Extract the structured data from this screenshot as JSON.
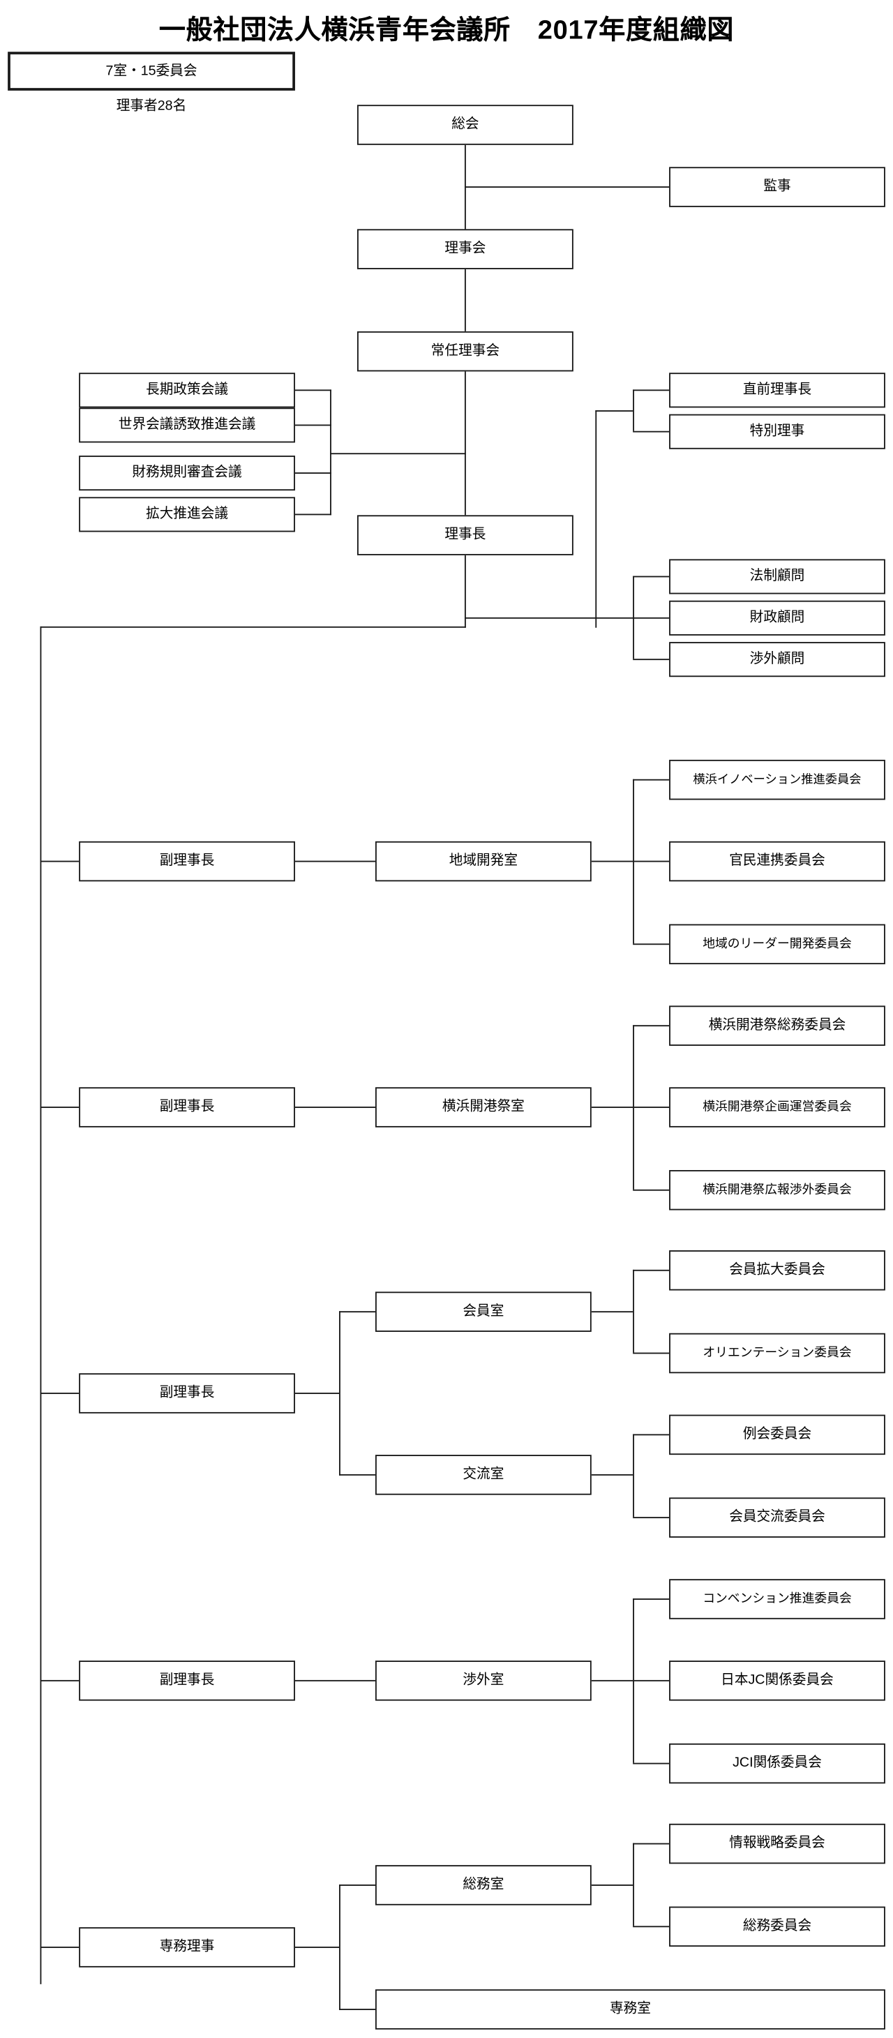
{
  "title": "一般社団法人横浜青年会議所　2017年度組織図",
  "summary": {
    "badge": "7室・15委員会",
    "note": "理事者28名"
  },
  "nodes": {
    "general_assembly": "総会",
    "auditor": "監事",
    "board": "理事会",
    "standing_board": "常任理事会",
    "president": "理事長",
    "managing_director": "専務理事"
  },
  "councils": [
    "長期政策会議",
    "世界会議誘致推進会議",
    "財務規則審査会議",
    "拡大推進会議"
  ],
  "special_directors": [
    "直前理事長",
    "特別理事"
  ],
  "advisors": [
    "法制顧問",
    "財政顧問",
    "渉外顧問"
  ],
  "vice_presidents": [
    {
      "label": "副理事長"
    },
    {
      "label": "副理事長"
    },
    {
      "label": "副理事長"
    },
    {
      "label": "副理事長"
    }
  ],
  "rooms": {
    "regional_development": "地域開発室",
    "port_festival": "横浜開港祭室",
    "membership": "会員室",
    "exchange": "交流室",
    "external": "渉外室",
    "general_affairs": "総務室",
    "executive_office": "専務室"
  },
  "committees": {
    "regional_development": [
      "横浜イノベーション推進委員会",
      "官民連携委員会",
      "地域のリーダー開発委員会"
    ],
    "port_festival": [
      "横浜開港祭総務委員会",
      "横浜開港祭企画運営委員会",
      "横浜開港祭広報渉外委員会"
    ],
    "membership": [
      "会員拡大委員会",
      "オリエンテーション委員会"
    ],
    "exchange": [
      "例会委員会",
      "会員交流委員会"
    ],
    "external": [
      "コンベンション推進委員会",
      "日本JC関係委員会",
      "JCI関係委員会"
    ],
    "general_affairs": [
      "情報戦略委員会",
      "総務委員会"
    ]
  },
  "colors": {
    "line": "#1a1a1a",
    "background": "#ffffff"
  }
}
